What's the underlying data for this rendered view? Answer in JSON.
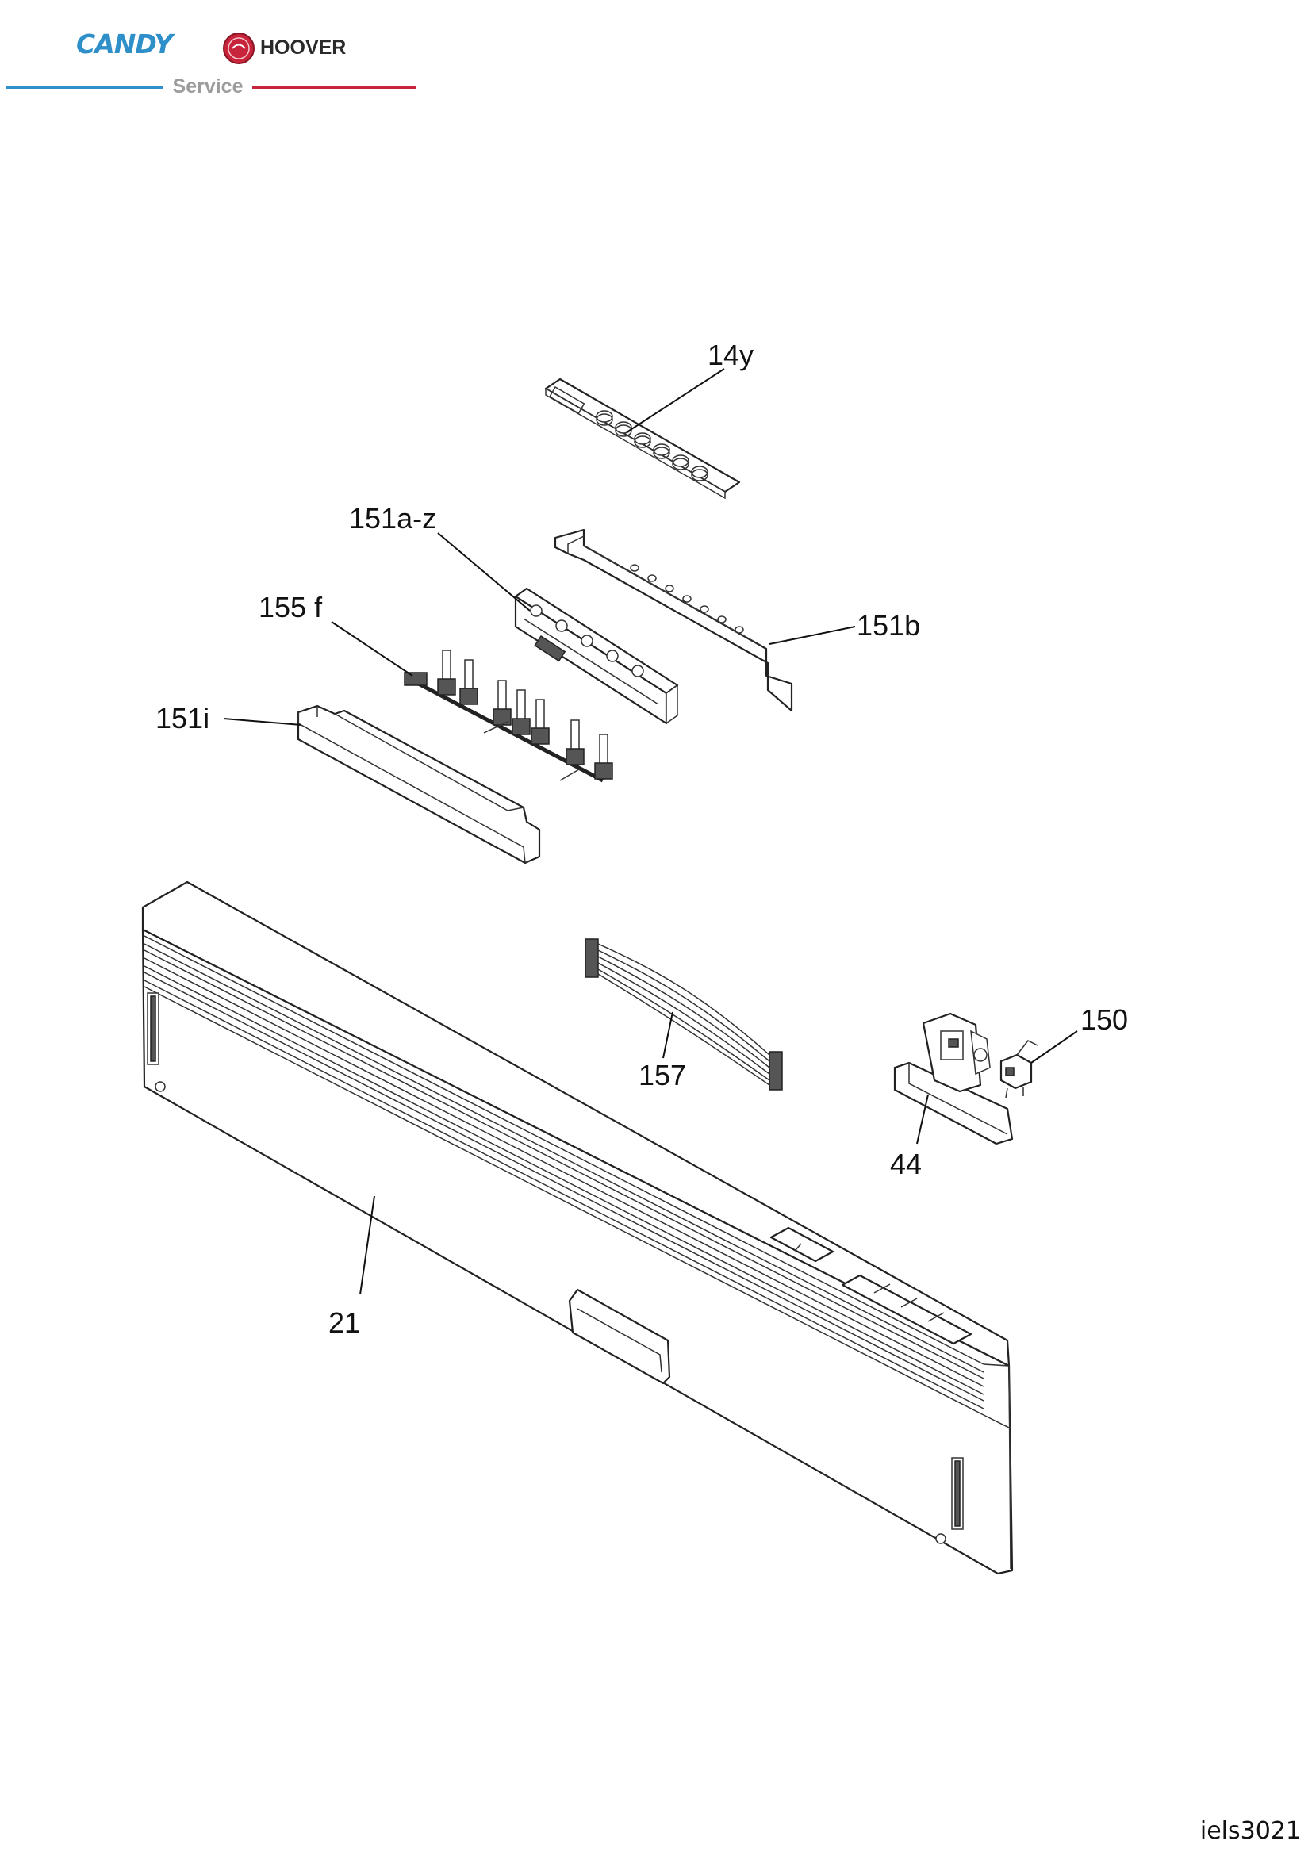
{
  "header": {
    "brand_candy": "CANDY",
    "brand_hoover": "HOOVER",
    "service_label": "Service",
    "colors": {
      "candy_blue": "#2f8fc9",
      "hoover_red": "#c8243b",
      "service_gray": "#9c9c9c"
    }
  },
  "parts": {
    "p14y": "14y",
    "p151az": "151a-z",
    "p155f": "155 f",
    "p151b": "151b",
    "p151i": "151i",
    "p150": "150",
    "p157": "157",
    "p44": "44",
    "p21": "21"
  },
  "footer": {
    "doc_code": "iels3021"
  }
}
